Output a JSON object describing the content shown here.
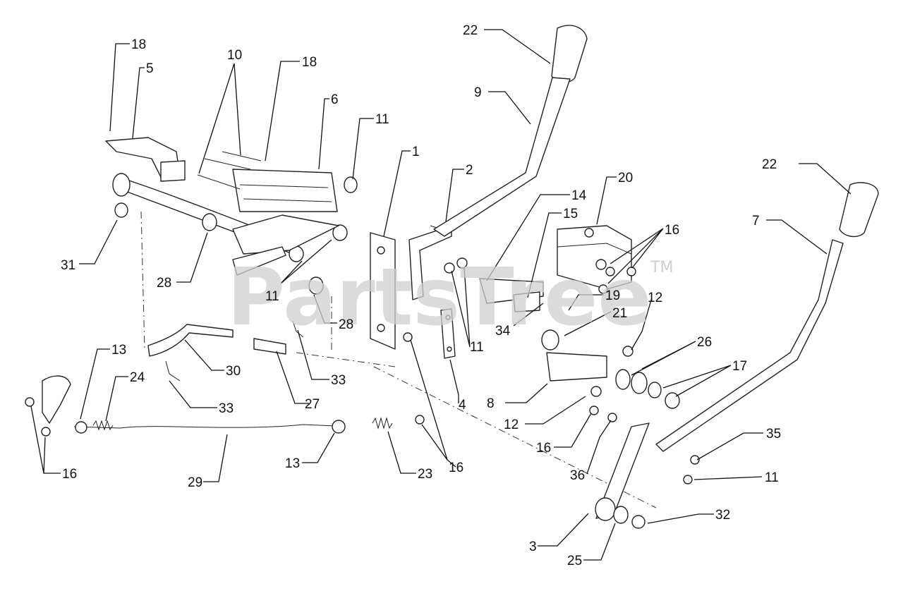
{
  "watermark": {
    "text": "PartsTree",
    "trademark": "TM"
  },
  "callouts": [
    {
      "label": "22"
    },
    {
      "label": "9"
    },
    {
      "label": "18"
    },
    {
      "label": "5"
    },
    {
      "label": "10"
    },
    {
      "label": "18"
    },
    {
      "label": "6"
    },
    {
      "label": "11"
    },
    {
      "label": "1"
    },
    {
      "label": "2"
    },
    {
      "label": "14"
    },
    {
      "label": "15"
    },
    {
      "label": "20"
    },
    {
      "label": "16"
    },
    {
      "label": "22"
    },
    {
      "label": "7"
    },
    {
      "label": "31"
    },
    {
      "label": "28"
    },
    {
      "label": "11"
    },
    {
      "label": "28"
    },
    {
      "label": "11"
    },
    {
      "label": "34"
    },
    {
      "label": "19"
    },
    {
      "label": "12"
    },
    {
      "label": "21"
    },
    {
      "label": "26"
    },
    {
      "label": "17"
    },
    {
      "label": "13"
    },
    {
      "label": "24"
    },
    {
      "label": "30"
    },
    {
      "label": "33"
    },
    {
      "label": "33"
    },
    {
      "label": "27"
    },
    {
      "label": "4"
    },
    {
      "label": "8"
    },
    {
      "label": "12"
    },
    {
      "label": "35"
    },
    {
      "label": "16"
    },
    {
      "label": "36"
    },
    {
      "label": "11"
    },
    {
      "label": "16"
    },
    {
      "label": "29"
    },
    {
      "label": "13"
    },
    {
      "label": "23"
    },
    {
      "label": "16"
    },
    {
      "label": "32"
    },
    {
      "label": "3"
    },
    {
      "label": "25"
    }
  ]
}
